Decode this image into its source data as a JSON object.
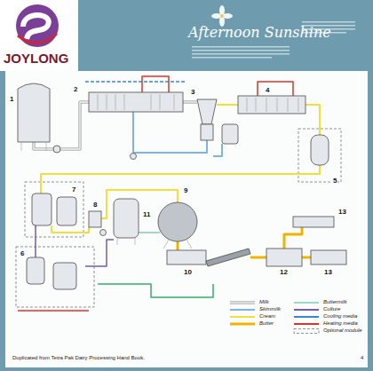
{
  "diagram": {
    "labels": [
      "JOYLONG",
      "Afternoon Sunshine",
      "1",
      "2",
      "3",
      "4",
      "5",
      "6",
      "7",
      "8",
      "9",
      "10",
      "11",
      "12",
      "13",
      "13",
      "Duplicated from Tetra Pak Dairy Processing Hand Book.",
      "4"
    ],
    "legend": [
      {
        "text": "Milk"
      },
      {
        "text": "Skimmilk"
      },
      {
        "text": "Cream"
      },
      {
        "text": "Butter"
      },
      {
        "text": "Buttermilk"
      },
      {
        "text": "Culture"
      },
      {
        "text": "Cooling media"
      },
      {
        "text": "Heating media"
      },
      {
        "text": "Optional module"
      }
    ]
  }
}
